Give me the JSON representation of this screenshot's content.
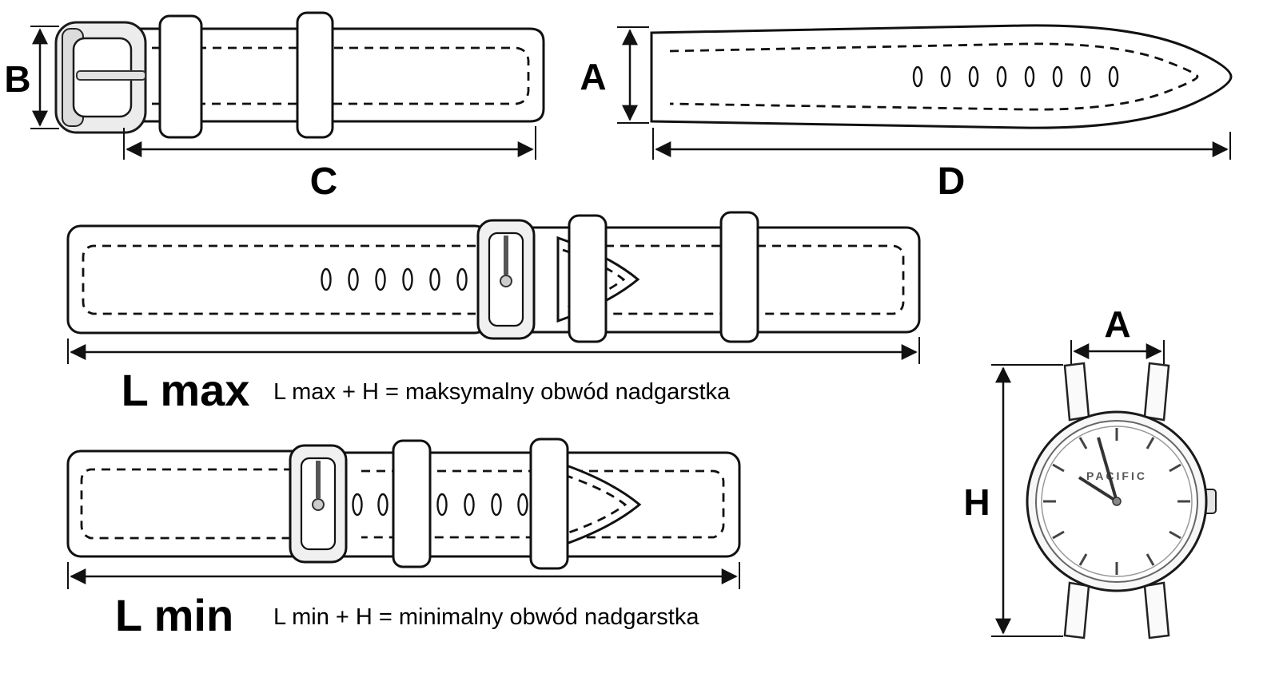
{
  "dimensions": {
    "b": "B",
    "c": "C",
    "a_strap": "A",
    "d": "D",
    "l_max": "L max",
    "l_min": "L min",
    "a_watch": "A",
    "h": "H"
  },
  "formulas": {
    "l_max": "L max + H  = maksymalny obwód nadgarstka",
    "l_min": "L min + H  = minimalny obwód nadgarstka"
  },
  "watch": {
    "brand": "PACIFIC"
  },
  "colors": {
    "line": "#111111",
    "background": "#ffffff"
  }
}
